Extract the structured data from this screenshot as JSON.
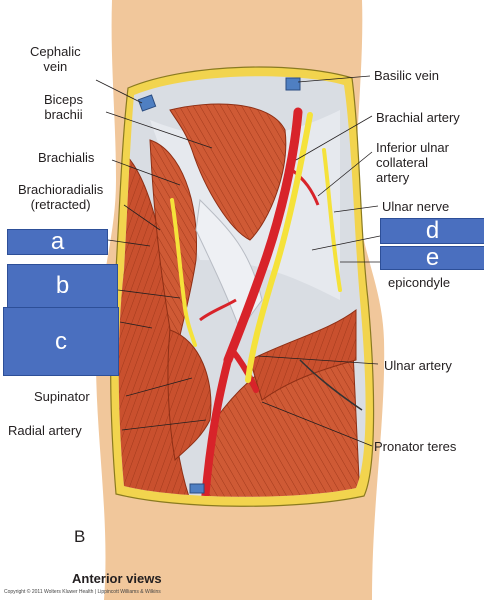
{
  "labels": {
    "cephalic": [
      "Cephalic",
      "vein"
    ],
    "biceps": [
      "Biceps",
      "brachii"
    ],
    "brachialis": "Brachialis",
    "brachioradialis": [
      "Brachioradialis",
      "(retracted)"
    ],
    "supinator": "Supinator",
    "radial_artery": "Radial artery",
    "basilic_vein": "Basilic vein",
    "brachial_artery": "Brachial artery",
    "inferior_ulnar": [
      "Inferior ulnar",
      "collateral",
      "artery"
    ],
    "ulnar_nerve": "Ulnar nerve",
    "epicondyle": "epicondyle",
    "ulnar_artery": "Ulnar artery",
    "pronator_teres": "Pronator teres"
  },
  "answer_boxes": {
    "a": "a",
    "b": "b",
    "c": "c",
    "d": "d",
    "e": "e"
  },
  "view_letter": "B",
  "caption": "Anterior views",
  "copyright": "Copyright © 2011 Wolters Kluwer Health | Lippincott Williams & Wilkins",
  "colors": {
    "skin": "#f1c79b",
    "fat": "#f2d44e",
    "muscle": "#c9502e",
    "muscle_dark": "#9e3618",
    "artery": "#d8232a",
    "nerve": "#f5e23a",
    "vein": "#4f7fc2",
    "fascia": "#d9dde3",
    "box": "#4a6fbf"
  }
}
